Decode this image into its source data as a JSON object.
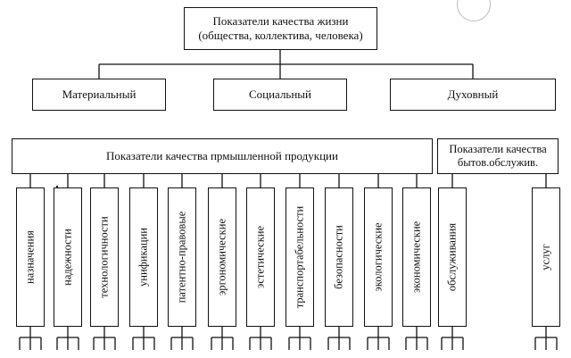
{
  "root": {
    "line1": "Показатели качества жизни",
    "line2": "(общества, коллектива, человека)"
  },
  "level2": [
    "Материальный",
    "Социальный",
    "Духовный"
  ],
  "industrial": {
    "title": "Показатели качества прмышленной продукции",
    "indicators": [
      "назначения",
      "надежности",
      "технологичности",
      "унификации",
      "патентно-правовые",
      "эргономические",
      "эстетические",
      "транспортабельности",
      "безопасности",
      "экологические",
      "экономические"
    ]
  },
  "services": {
    "line1": "Показатели качества",
    "line2": "бытов.обслужив.",
    "indicators": [
      "обслуживания",
      "услуг"
    ]
  }
}
